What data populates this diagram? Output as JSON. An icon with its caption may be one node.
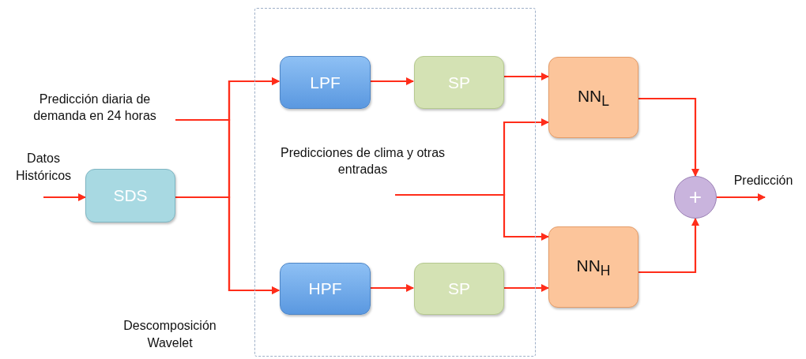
{
  "diagram": {
    "nodes": [
      {
        "text": [
          "Predicción diaria de demanda en 24 horas"
        ]
      },
      {
        "text": [],
        "shape": "box"
      },
      {
        "text": [
          "SDS"
        ]
      },
      {
        "text": [
          "LPF"
        ],
        "in": 1
      },
      {
        "text": [
          "SP"
        ],
        "in": 1
      },
      {
        "text": [
          "HPF"
        ],
        "in": 1
      },
      {
        "text": [
          "SP"
        ],
        "in": 1
      },
      {
        "text": [
          "Predicciones de clima y otras entradas"
        ],
        "in": 1
      },
      {
        "text": [
          "NN$_{L}$"
        ]
      },
      {
        "text": [
          "NN$_{H}$"
        ]
      },
      {
        "text": [
          "+"
        ]
      }
    ],
    "edges": [
      {
        "from": null,
        "to": 2,
        "arrow": "to",
        "label": "Datos Históricos"
      },
      {
        "from": 0,
        "to": 3,
        "arrow": "to"
      },
      {
        "from": 0,
        "to": 5,
        "arrow": "to"
      },
      {
        "from": 2,
        "to": 3,
        "arrow": "to"
      },
      {
        "from": 2,
        "to": 5,
        "arrow": "to"
      },
      {
        "from": 3,
        "to": 4,
        "arrow": "to"
      },
      {
        "from": 4,
        "to": 8,
        "arrow": "to"
      },
      {
        "from": 5,
        "to": 6,
        "arrow": "to"
      },
      {
        "from": 6,
        "to": 9,
        "arrow": "to"
      },
      {
        "from": 7,
        "to": 8,
        "arrow": "to"
      },
      {
        "from": 7,
        "to": 9,
        "arrow": "to"
      },
      {
        "from": 8,
        "to": 10,
        "arrow": "to"
      },
      {
        "from": 9,
        "to": 10,
        "arrow": "to"
      },
      {
        "from": 10,
        "to": null,
        "arrow": "to",
        "label": "Predicción"
      }
    ],
    "labels": [
      "Descomposición Wavelet"
    ]
  }
}
